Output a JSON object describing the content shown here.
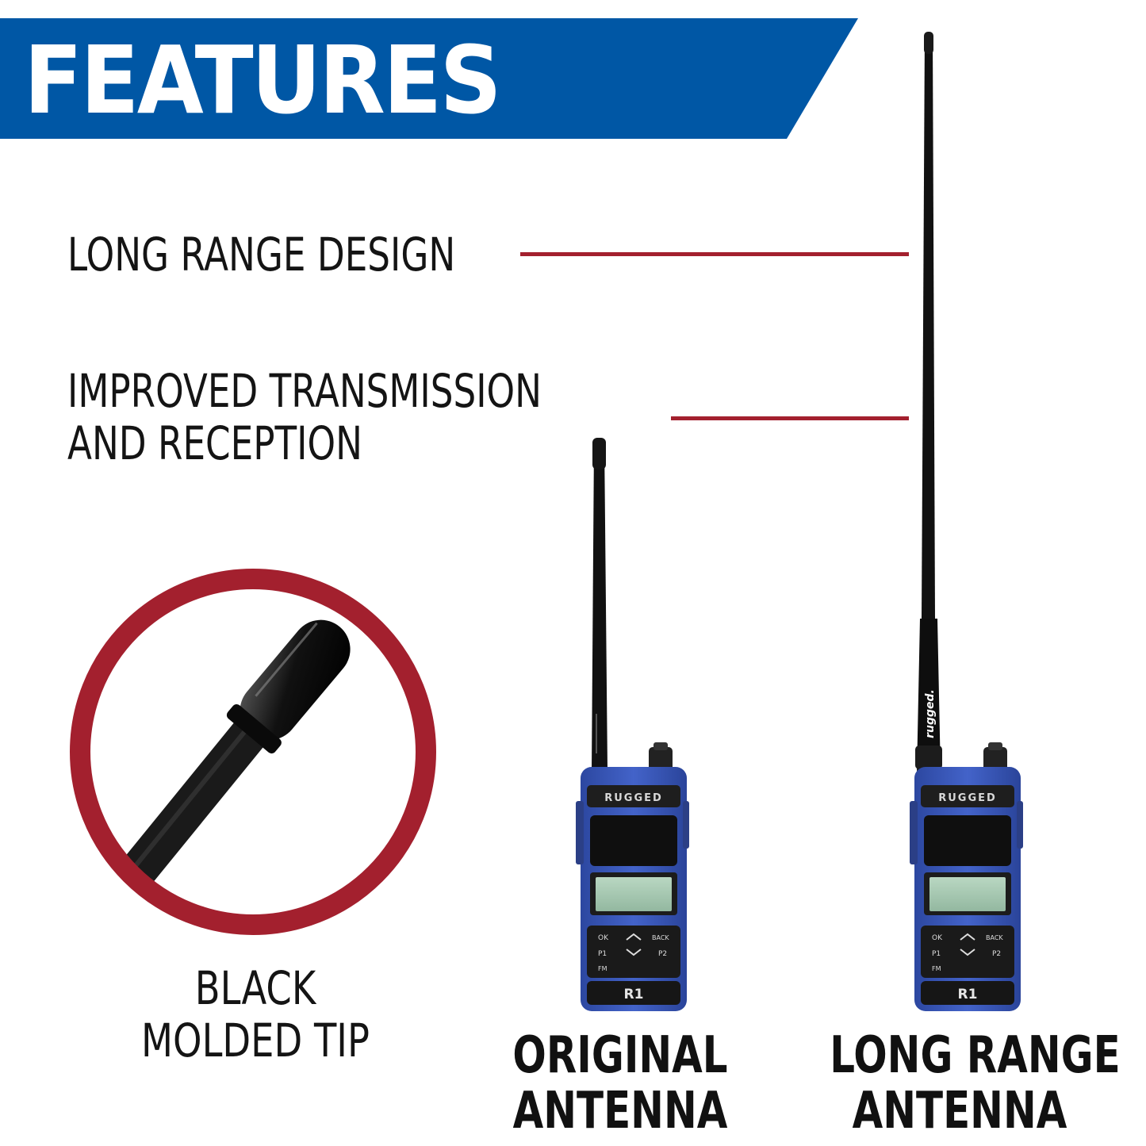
{
  "banner": {
    "title": "FEATURES"
  },
  "features": {
    "first": "LONG RANGE DESIGN",
    "second_line1": "IMPROVED TRANSMISSION",
    "second_line2": "AND RECEPTION"
  },
  "inset": {
    "line1": "BLACK",
    "line2": "MOLDED TIP"
  },
  "radios": {
    "original": {
      "line1": "ORIGINAL",
      "line2": "ANTENNA"
    },
    "long_range": {
      "line1": "LONG RANGE",
      "line2": "ANTENNA",
      "antenna_brand": "rugged."
    },
    "brand": "RUGGED",
    "model": "R1",
    "keys": {
      "ok": "OK",
      "back": "BACK",
      "p1": "P1",
      "p2": "P2",
      "fm": "FM"
    }
  },
  "colors": {
    "banner_blue": "#0057a5",
    "accent_red": "#a3202e",
    "radio_blue": "#3a57b8"
  }
}
